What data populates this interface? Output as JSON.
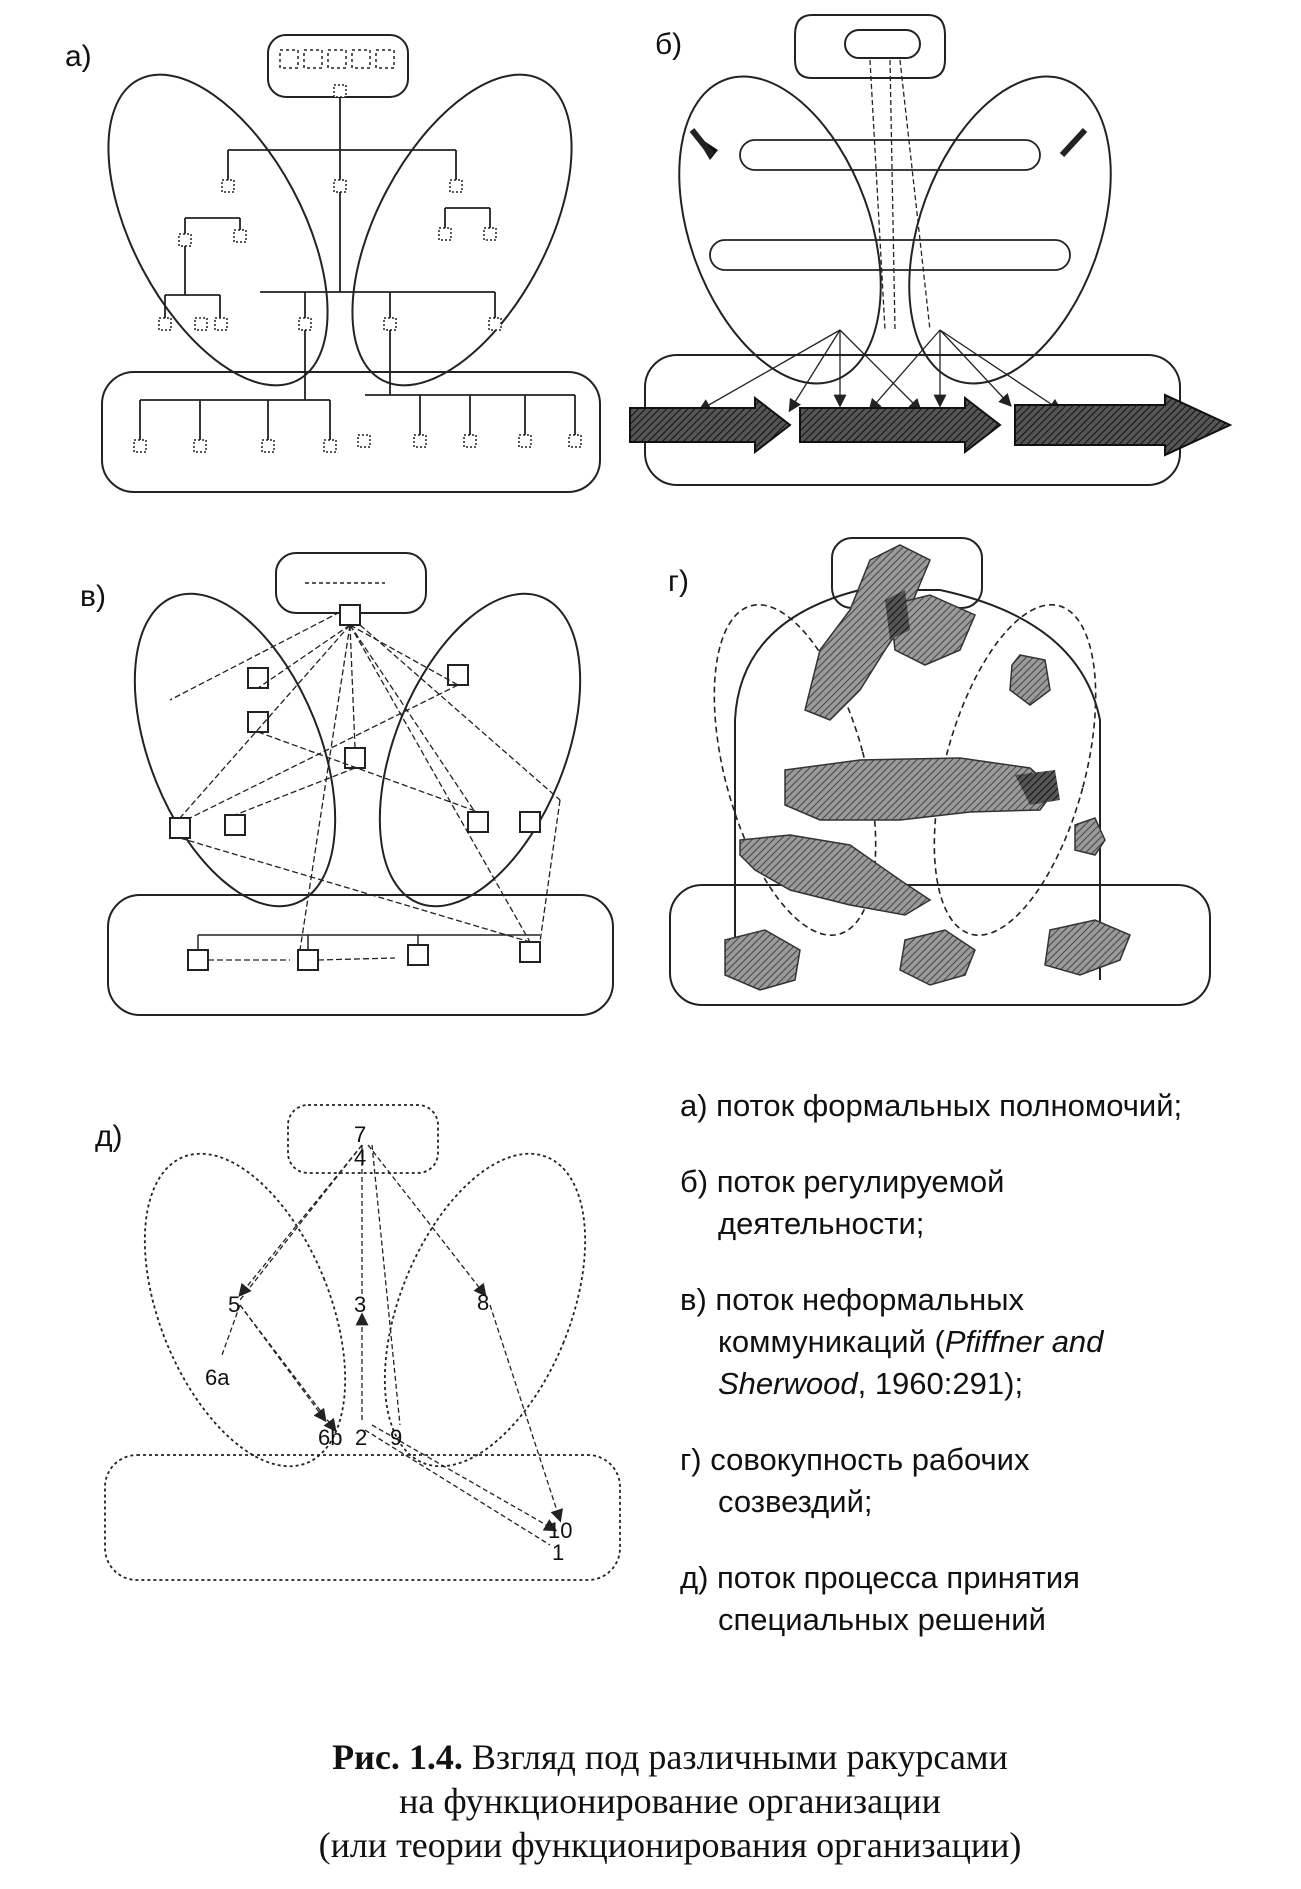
{
  "panels": {
    "a": {
      "label": "а)"
    },
    "b": {
      "label": "б)"
    },
    "v": {
      "label": "в)"
    },
    "g": {
      "label": "г)"
    },
    "d": {
      "label": "д)",
      "nodes": [
        "7",
        "4",
        "5",
        "3",
        "8",
        "6a",
        "6b",
        "2",
        "9",
        "10",
        "1"
      ]
    }
  },
  "legend": {
    "a": {
      "line1": "а) поток формальных полномочий;"
    },
    "b": {
      "line1": "б) поток регулируемой",
      "line2": "деятельности;"
    },
    "v": {
      "line1": "в) поток неформальных",
      "line2a": "коммуникаций (",
      "line2b": "Pfiffner and",
      "line3a": "Sherwood",
      "line3b": ", 1960:291);"
    },
    "g": {
      "line1": "г)  совокупность рабочих",
      "line2": "созвездий;"
    },
    "d": {
      "line1": "д) поток процесса принятия",
      "line2": "специальных решений"
    }
  },
  "caption": {
    "fig": "Рис. 1.4.",
    "line1": "Взгляд под различными ракурсами",
    "line2": "на функционирование организации",
    "line3": "(или теории функционирования организации)"
  }
}
